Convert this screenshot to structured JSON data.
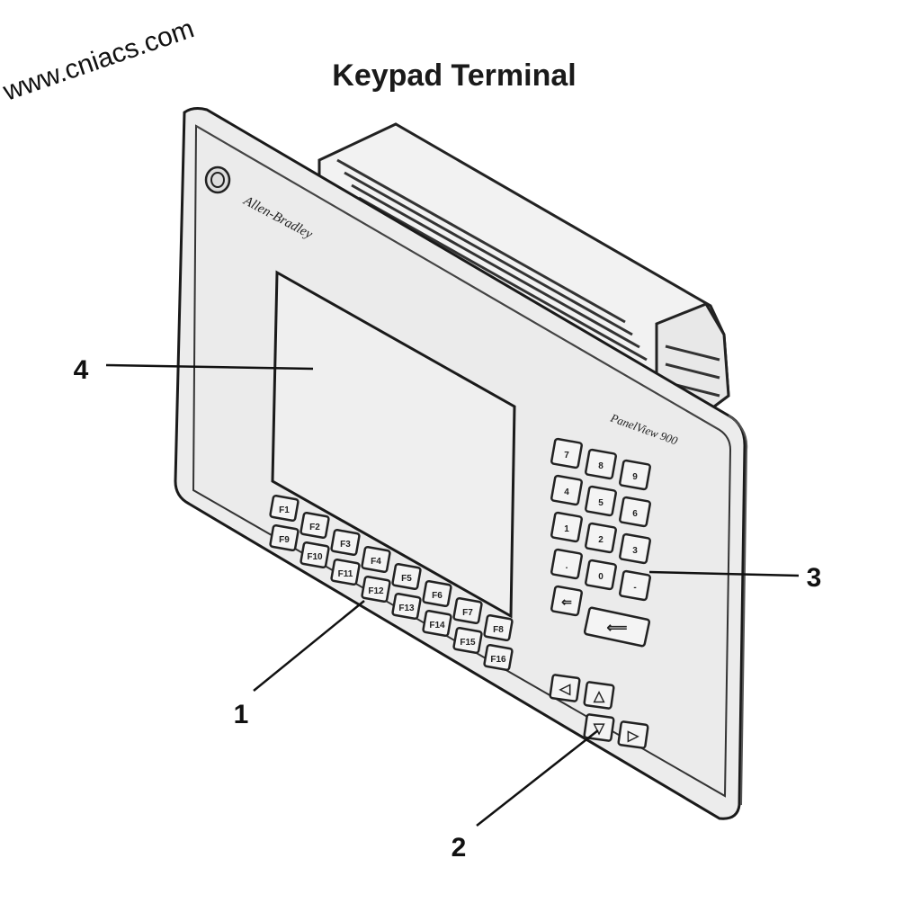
{
  "watermark": "www.cniacs.com",
  "title": "Keypad Terminal",
  "brand": "Allen-Bradley",
  "model": "PanelView 900",
  "function_keys_top": [
    "F1",
    "F2",
    "F3",
    "F4",
    "F5",
    "F6",
    "F7",
    "F8"
  ],
  "function_keys_bottom": [
    "F9",
    "F10",
    "F11",
    "F12",
    "F13",
    "F14",
    "F15",
    "F16"
  ],
  "numeric_keys": [
    [
      "7",
      "8",
      "9"
    ],
    [
      "4",
      "5",
      "6"
    ],
    [
      "1",
      "2",
      "3"
    ],
    [
      ".",
      "0",
      "-"
    ]
  ],
  "callouts": {
    "c1": "1",
    "c2": "2",
    "c3": "3",
    "c4": "4"
  }
}
